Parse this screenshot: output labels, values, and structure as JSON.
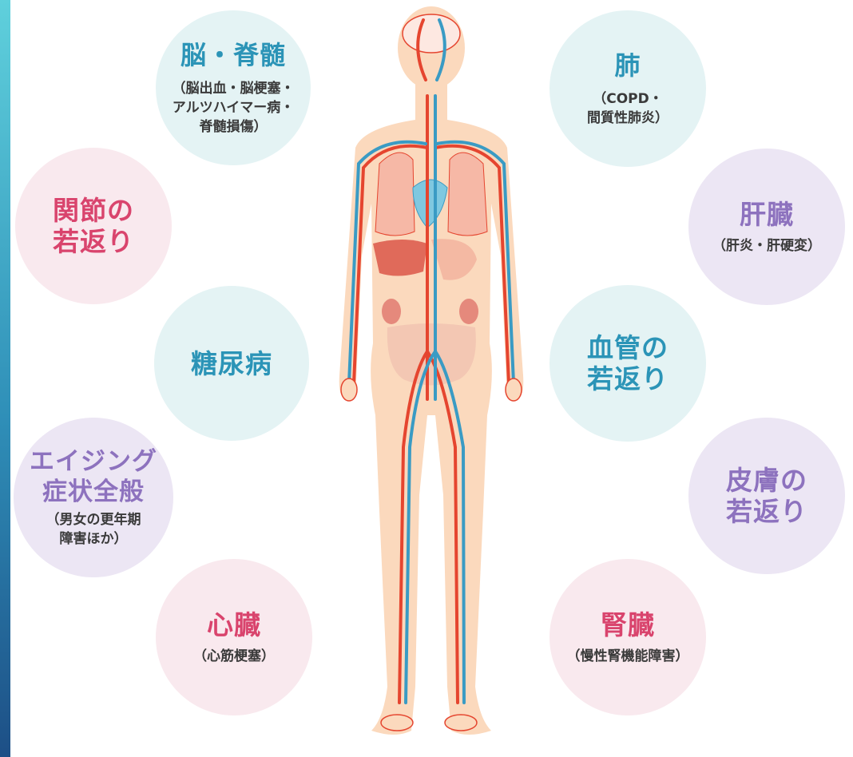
{
  "circles": {
    "brain": {
      "title": "脳・脊髄",
      "sub": "（脳出血・脳梗塞・\nアルツハイマー病・\n脊髄損傷）"
    },
    "joint": {
      "title": "関節の\n若返り"
    },
    "diabetes": {
      "title": "糖尿病"
    },
    "aging": {
      "title": "エイジング\n症状全般",
      "sub": "（男女の更年期\n障害ほか）"
    },
    "heart": {
      "title": "心臓",
      "sub": "（心筋梗塞）"
    },
    "lung": {
      "title": "肺",
      "sub": "（COPD・\n間質性肺炎）"
    },
    "liver": {
      "title": "肝臓",
      "sub": "（肝炎・肝硬変）"
    },
    "vessel": {
      "title": "血管の\n若返り"
    },
    "skin": {
      "title": "皮膚の\n若返り"
    },
    "kidney": {
      "title": "腎臓",
      "sub": "（慢性腎機能障害）"
    }
  },
  "colors": {
    "blue_circle": "#e4f3f4",
    "pink_circle": "#f9e9ee",
    "purple_circle": "#ece6f4",
    "blue_text": "#2b94b7",
    "pink_text": "#d9446d",
    "purple_text": "#8d72be",
    "skin": "#fbd9bd",
    "artery": "#e5452f",
    "vein": "#3a9bc4"
  }
}
